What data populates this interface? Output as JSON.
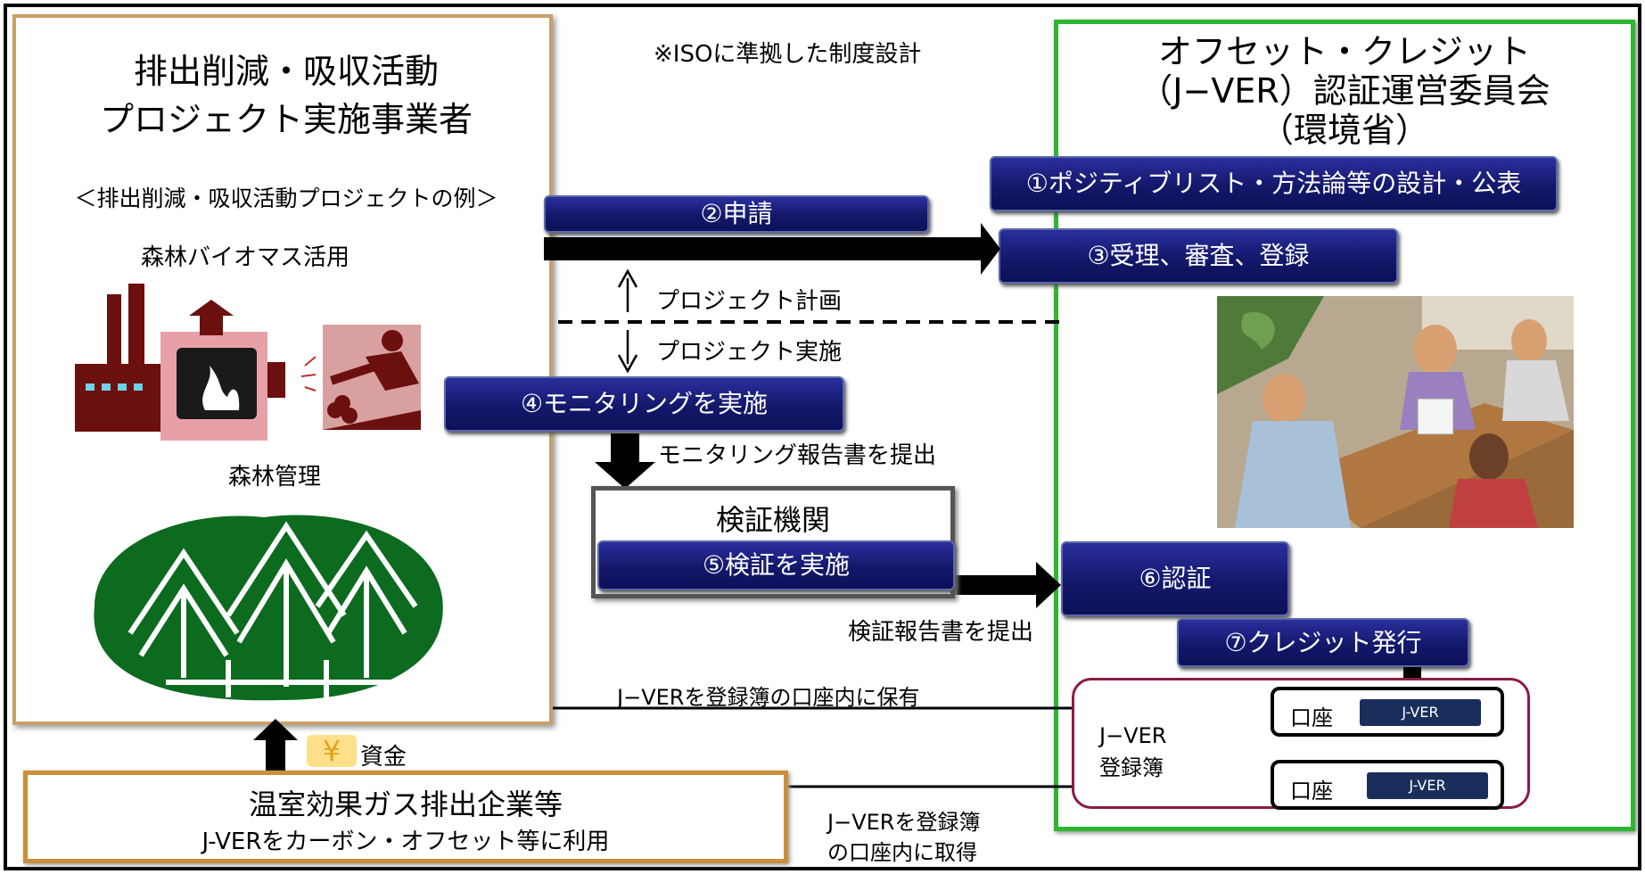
{
  "note_iso": "※ISOに準拠した制度設計",
  "project_box": {
    "title_line1": "排出削減・吸収活動",
    "title_line2": "プロジェクト実施事業者",
    "examples_caption": "＜排出削減・吸収活動プロジェクトの例＞",
    "example1_label": "森林バイオマス活用",
    "example2_label": "森林管理"
  },
  "committee_box": {
    "title_line1": "オフセット・クレジット",
    "title_line2": "（J−VER）認証運営委員会",
    "title_line3": "（環境省）"
  },
  "steps": {
    "s1": "①ポジティブリスト・方法論等の設計・公表",
    "s2": "②申請",
    "s3": "③受理、審査、登録",
    "s4": "④モニタリングを実施",
    "s5": "⑤検証を実施",
    "s6": "⑥認証",
    "s7": "⑦クレジット発行"
  },
  "annotations": {
    "project_plan": "プロジェクト計画",
    "project_impl": "プロジェクト実施",
    "submit_monitoring": "モニタリング報告書を提出",
    "submit_verification": "検証報告書を提出",
    "hold_jver": "J−VERを登録簿の口座内に保有",
    "acquire_jver_line1": "J−VERを登録簿",
    "acquire_jver_line2": "の口座内に取得",
    "funds": "資金"
  },
  "verification_body": {
    "title": "検証機関"
  },
  "registry": {
    "label_line1": "J−VER",
    "label_line2": "登録簿",
    "account_label": "口座",
    "account_tag": "J-VER"
  },
  "company_box": {
    "title": "温室効果ガス排出企業等",
    "subtitle": "J-VERをカーボン・オフセット等に利用"
  },
  "colors": {
    "navy_bar": "#14186a",
    "committee_border": "#2fb52f",
    "project_border": "#c8a06a",
    "registry_border": "#8b1a48",
    "forest_green": "#0d6b20",
    "factory_maroon": "#6b0f0f"
  }
}
